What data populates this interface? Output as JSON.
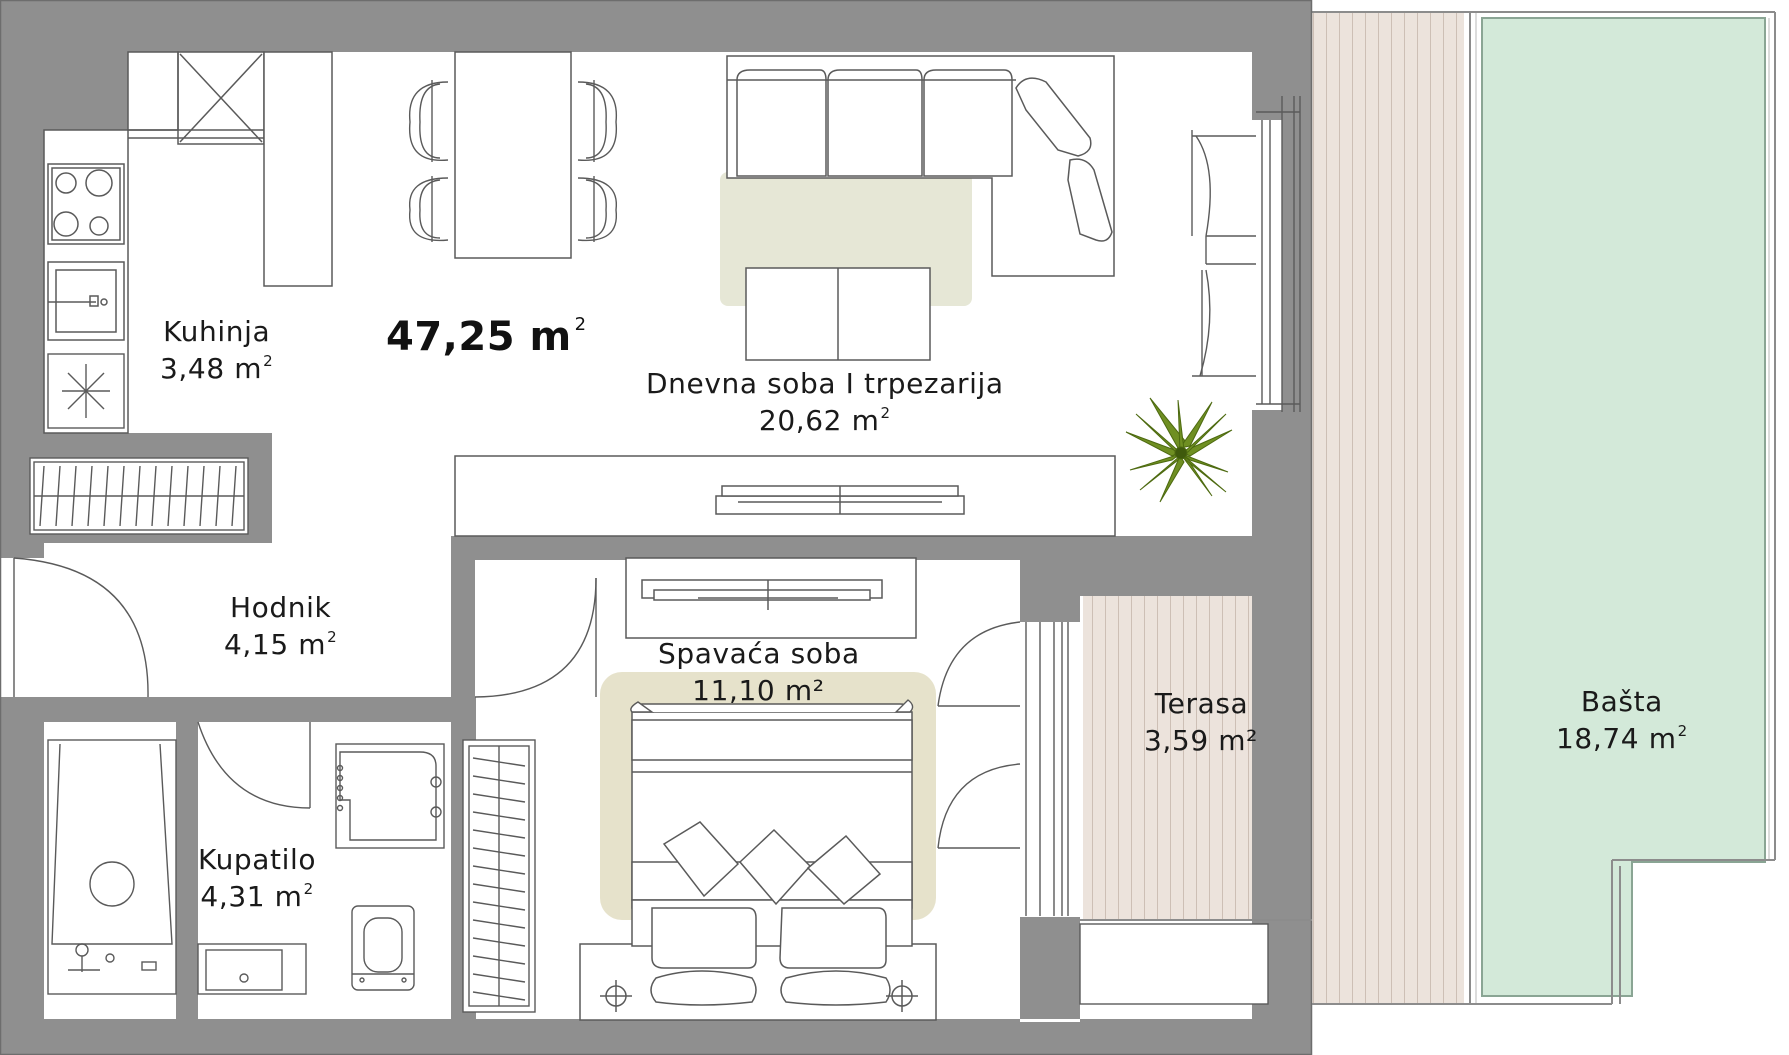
{
  "plan": {
    "total_area": {
      "value": "47,25",
      "unit": "m",
      "exp": "2"
    },
    "rooms": {
      "kuhinja": {
        "name": "Kuhinja",
        "area": "3,48",
        "unit": "m",
        "exp": "2"
      },
      "dnevna": {
        "name": "Dnevna soba I trpezarija",
        "area": "20,62",
        "unit": "m",
        "exp": "2"
      },
      "hodnik": {
        "name": "Hodnik",
        "area": "4,15",
        "unit": "m",
        "exp": "2"
      },
      "spavaca": {
        "name": "Spavaća soba",
        "area": "11,10",
        "unit": "m²",
        "exp": ""
      },
      "kupatilo": {
        "name": "Kupatilo",
        "area": "4,31",
        "unit": "m",
        "exp": "2"
      },
      "terasa": {
        "name": "Terasa",
        "area": "3,59",
        "unit": "m²",
        "exp": ""
      },
      "basta": {
        "name": "Bašta",
        "area": "18,74",
        "unit": "m",
        "exp": "2"
      }
    },
    "colors": {
      "wall": "#8f8f8f",
      "line": "#5a5a5a",
      "rug": "#e6e7d6",
      "deck": "#ece3dc",
      "deck_line": "#c9bcb2",
      "garden": "#d3e9d9",
      "plant": "#6f8f22"
    }
  }
}
